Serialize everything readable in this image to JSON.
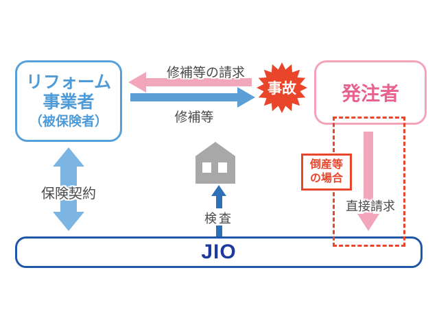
{
  "diagram": {
    "reform_box": {
      "line1": "リフォーム",
      "line2": "事業者",
      "line3": "（被保険者）"
    },
    "orderer_box": {
      "label": "発注者"
    },
    "accident_burst": {
      "label": "事故"
    },
    "claim_arrow_label": "修補等の請求",
    "repair_arrow_label": "修補等",
    "insurance_arrow_label": "保険契約",
    "inspection_arrow_label": "検査",
    "direct_claim_label": "直接請求",
    "collapse_case_box": {
      "line1": "倒産等",
      "line2": "の場合"
    },
    "jio_bar": {
      "label": "JIO"
    }
  },
  "colors": {
    "lightblue_border": "#55A0DA",
    "lightblue_text": "#4E9BD8",
    "blue_arrow": "#5C9FD6",
    "pale_blue_arrow": "#7DB5E2",
    "dark_blue_arrow": "#2E6FB8",
    "navy_border": "#1F57A8",
    "navy_text": "#1D3A9E",
    "pink_border": "#F3A2B8",
    "pink_text": "#E8618F",
    "pink_arrow": "#F2A6BC",
    "red_orange": "#E8452B",
    "house_gray": "#A8A8A8",
    "label_gray": "#4A4A4A"
  }
}
